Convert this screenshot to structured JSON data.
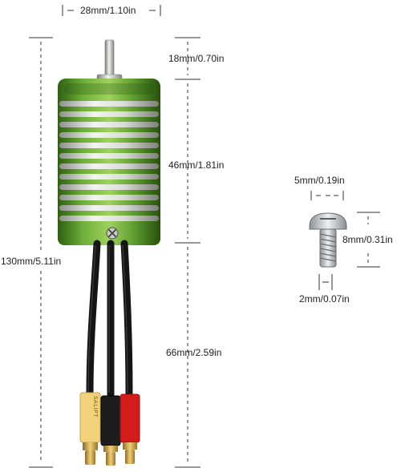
{
  "dimensions": {
    "width_top": "28mm/1.10in",
    "shaft": "18mm/0.70in",
    "body": "46mm/1.81in",
    "total": "130mm/5.11in",
    "wires": "66mm/2.59in",
    "screw_head": "5mm/0.19in",
    "screw_length": "8mm/0.31in",
    "screw_thread": "2mm/0.07in"
  },
  "connector_text": "SALIPT",
  "colors": {
    "motor_green": "#5b9a2e",
    "motor_green_dark": "#2f5e12",
    "fin_silver": "#d9dcd6",
    "wire_black": "#151515",
    "connector_yellow": "#f2d27a",
    "connector_black": "#1d1d1d",
    "connector_red": "#d41c1c",
    "gold_pin": "#c9a24a"
  }
}
